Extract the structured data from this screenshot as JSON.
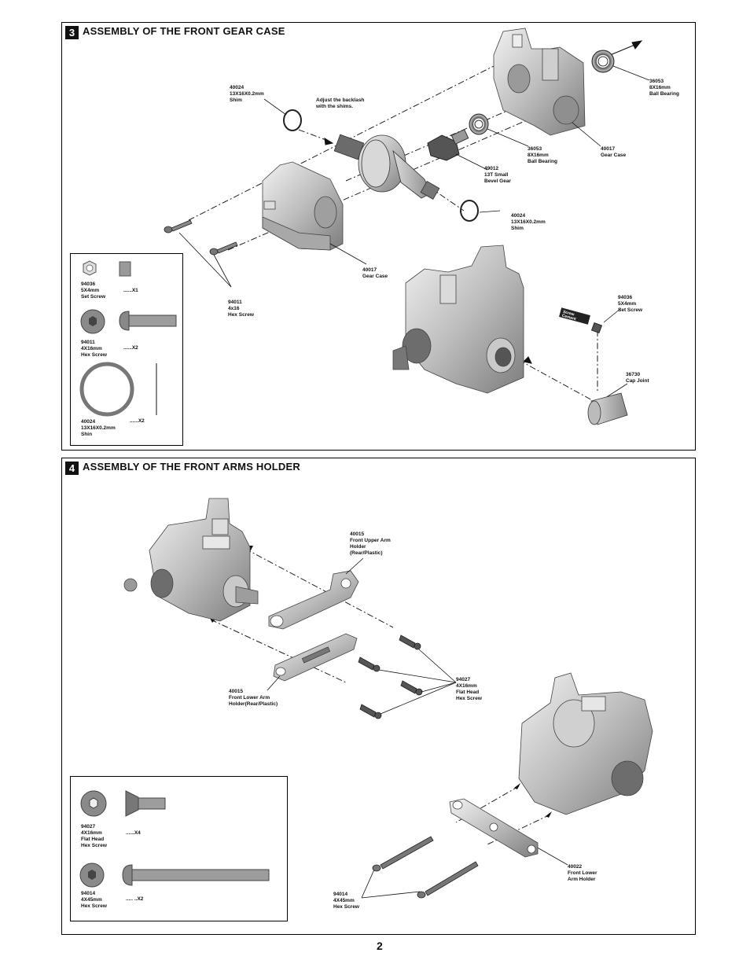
{
  "step3": {
    "number": "3",
    "title": "ASSEMBLY OF THE FRONT GEAR CASE",
    "note": [
      "Adjust the backlash",
      "with the shims."
    ],
    "labels": {
      "shim_top": [
        "40024",
        "13X16X0.2mm",
        "Shim"
      ],
      "bearing_right": [
        "36053",
        "8X16mm",
        "Ball Bearing"
      ],
      "bearing_mid": [
        "36053",
        "8X16mm",
        "Ball Bearing"
      ],
      "gear_case_right": [
        "40017",
        "Gear Case"
      ],
      "bevel_gear": [
        "49012",
        "13T Small",
        "Bevel Gear"
      ],
      "shim_bottom": [
        "40024",
        "13X16X0.2mm",
        "Shim"
      ],
      "gear_case_left": [
        "40017",
        "Gear Case"
      ],
      "hex_screw": [
        "94011",
        "4x16",
        "Hex Screw"
      ],
      "set_screw": [
        "94036",
        "5X4mm",
        "Set Screw"
      ],
      "cap_joint": [
        "36730",
        "Cap Joint"
      ]
    },
    "screw_cement": [
      "Screw",
      "Cement"
    ],
    "parts_box": {
      "set_screw": {
        "lines": [
          "94036",
          "5X4mm",
          "Set Screw"
        ],
        "qty": "......X1"
      },
      "hex_screw": {
        "lines": [
          "94011",
          "4X16mm",
          "Hex Screw"
        ],
        "qty": "......X2"
      },
      "shim": {
        "lines": [
          "40024",
          "13X16X0.2mm",
          "Shin"
        ],
        "qty": "......X2"
      }
    }
  },
  "step4": {
    "number": "4",
    "title": "ASSEMBLY  OF THE  FRONT  ARMS  HOLDER",
    "labels": {
      "upper_holder": [
        "40015",
        "Front Upper Arm",
        "Holder",
        "(Rear/Plastic)"
      ],
      "lower_holder": [
        "40015",
        "Front Lower Arm",
        "Holder(Rear/Plastic)"
      ],
      "flat_screw": [
        "94027",
        "4X16mm",
        "Flat Head",
        "Hex Screw"
      ],
      "lower_arm_holder": [
        "40022",
        "Front Lower",
        " Arm Holder"
      ],
      "long_screw": [
        "94014",
        "4X45mm",
        "Hex Screw"
      ]
    },
    "parts_box": {
      "flat_screw": {
        "lines": [
          "94027",
          "4X16mm",
          "Flat Head",
          "Hex Screw"
        ],
        "qty": "......X4"
      },
      "long_screw": {
        "lines": [
          "94014",
          "4X45mm",
          "Hex Screw"
        ],
        "qty": "..... ..X2"
      }
    }
  },
  "page_number": "2",
  "colors": {
    "ink": "#111111",
    "metal": "#b9b9b9",
    "metal_dark": "#6f6f6f",
    "metal_light": "#e6e6e6"
  }
}
